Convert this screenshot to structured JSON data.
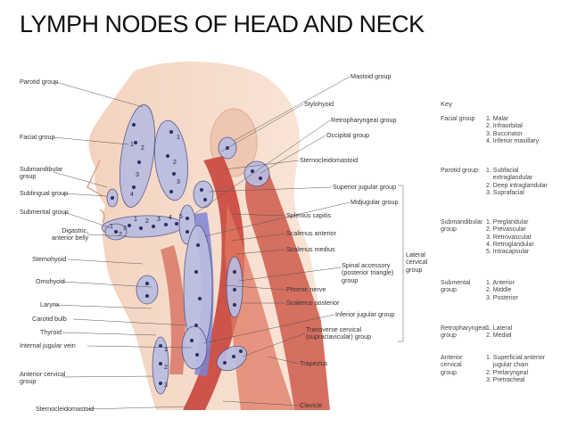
{
  "title": "LYMPH NODES OF HEAD AND NECK",
  "left_labels": [
    {
      "text": "Parotid group"
    },
    {
      "text": "Facial group"
    },
    {
      "text": "Submandibular\ngroup"
    },
    {
      "text": "Sublingual group"
    },
    {
      "text": "Submental group"
    },
    {
      "text": "Digastric,\nanterior belly"
    },
    {
      "text": "Sternohyoid"
    },
    {
      "text": "Omohyoid"
    },
    {
      "text": "Larynx"
    },
    {
      "text": "Carotid bulb"
    },
    {
      "text": "Thyroid"
    },
    {
      "text": "Internal jugular vein"
    },
    {
      "text": "Anterior cervical\ngroup"
    },
    {
      "text": "Sternocleidomastoid"
    }
  ],
  "right_labels": [
    {
      "text": "Mastoid group"
    },
    {
      "text": "Stylohyoid"
    },
    {
      "text": "Retropharyngeal group"
    },
    {
      "text": "Occipital group"
    },
    {
      "text": "Sternocleidomastoid"
    },
    {
      "text": "Superior jugular group"
    },
    {
      "text": "Midjugular group"
    },
    {
      "text": "Splenius capitis"
    },
    {
      "text": "Scalenus anterior"
    },
    {
      "text": "Scalenus medius"
    },
    {
      "text": "Spinal accessory\n(posterior triangle)\ngroup"
    },
    {
      "text": "Phrenic nerve"
    },
    {
      "text": "Scalenus posterior"
    },
    {
      "text": "Inferior jugular group"
    },
    {
      "text": "Transverse cervical\n(supraclavicular) group"
    },
    {
      "text": "Trapezius"
    },
    {
      "text": "Clavicle"
    }
  ],
  "lateral_group_label": "Lateral\ncervical\ngroup",
  "key": {
    "title": "Key",
    "groups": [
      {
        "name": "Facial group",
        "items": "1. Malar\n2. Infraorbital\n3. Buccinator\n4. Inferior maxillary"
      },
      {
        "name": "Parotid group",
        "items": "1. Subfacial\n    extraglandular\n2. Deep intraglandular\n3. Suprafacial"
      },
      {
        "name": "Submandibular\ngroup",
        "items": "1. Preglandular\n2. Prevascular\n3. Retrovascular\n4. Retroglandular\n5. Intracapsular"
      },
      {
        "name": "Submental\ngroup",
        "items": "1. Anterior\n2. Middle\n3. Posterior"
      },
      {
        "name": "Retropharyngeal\ngroup",
        "items": "1. Lateral\n2. Medial"
      },
      {
        "name": "Anterior\ncervical\ngroup",
        "items": "1. Superficial anterior\n    jugular chain\n2. Prelaryngeal\n3. Pretracheal"
      }
    ]
  },
  "node_numbers": [
    "1",
    "2",
    "3",
    "4",
    "1",
    "2",
    "3",
    "1",
    "2",
    "3",
    "4",
    "5",
    "1",
    "2",
    "3",
    "1",
    "2",
    "3"
  ],
  "colors": {
    "skin": "#f6dccb",
    "muscle": "#c9453c",
    "node_oval": "#b9bde0",
    "node_dot": "#2b2e63",
    "vein": "#6b73c9"
  }
}
